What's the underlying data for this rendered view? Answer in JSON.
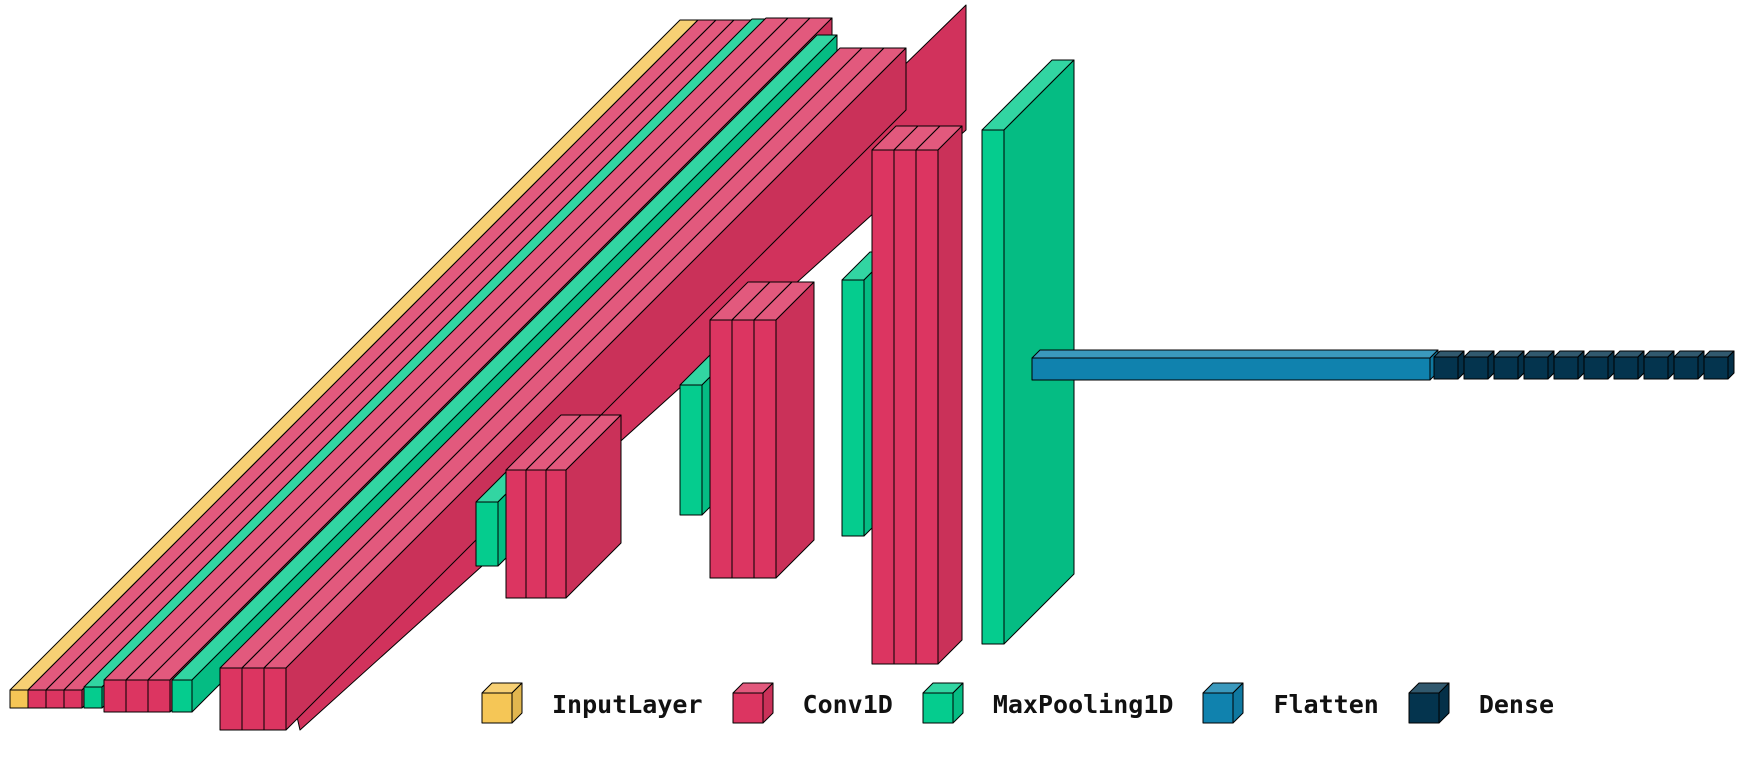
{
  "colors": {
    "InputLayer": "#F5C656",
    "Conv1D": "#DC3561",
    "MaxPooling1D": "#05CC8E",
    "Flatten": "#1082AE",
    "Dense": "#04344E"
  },
  "layers": [
    {
      "type": "InputLayer"
    },
    {
      "type": "Conv1D"
    },
    {
      "type": "Conv1D"
    },
    {
      "type": "Conv1D"
    },
    {
      "type": "MaxPooling1D"
    },
    {
      "type": "Conv1D"
    },
    {
      "type": "Conv1D"
    },
    {
      "type": "Conv1D"
    },
    {
      "type": "MaxPooling1D"
    },
    {
      "type": "Conv1D"
    },
    {
      "type": "Conv1D"
    },
    {
      "type": "Conv1D"
    },
    {
      "type": "MaxPooling1D"
    },
    {
      "type": "Conv1D"
    },
    {
      "type": "Conv1D"
    },
    {
      "type": "Conv1D"
    },
    {
      "type": "MaxPooling1D"
    },
    {
      "type": "Conv1D"
    },
    {
      "type": "Conv1D"
    },
    {
      "type": "Conv1D"
    },
    {
      "type": "MaxPooling1D"
    },
    {
      "type": "Conv1D"
    },
    {
      "type": "Conv1D"
    },
    {
      "type": "Conv1D"
    },
    {
      "type": "MaxPooling1D"
    },
    {
      "type": "Flatten"
    },
    {
      "type": "Dense"
    },
    {
      "type": "Dense"
    },
    {
      "type": "Dense"
    },
    {
      "type": "Dense"
    },
    {
      "type": "Dense"
    },
    {
      "type": "Dense"
    },
    {
      "type": "Dense"
    },
    {
      "type": "Dense"
    },
    {
      "type": "Dense"
    },
    {
      "type": "Dense"
    }
  ],
  "legend": [
    {
      "name": "InputLayer"
    },
    {
      "name": "Conv1D"
    },
    {
      "name": "MaxPooling1D"
    },
    {
      "name": "Flatten"
    },
    {
      "name": "Dense"
    }
  ]
}
